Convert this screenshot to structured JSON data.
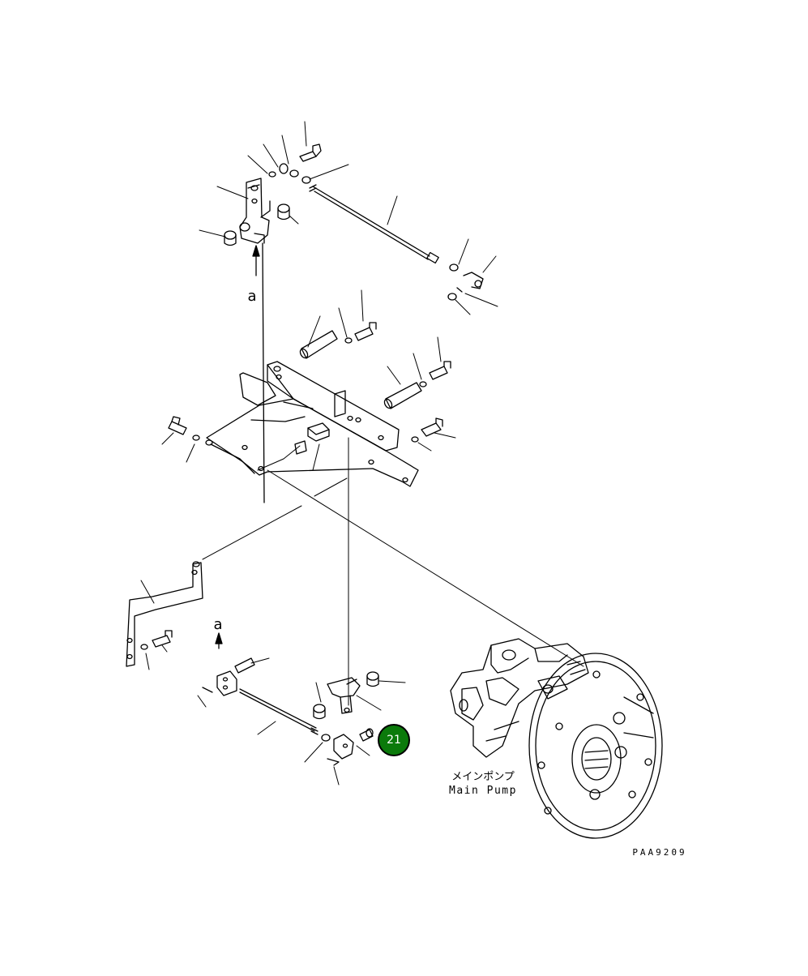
{
  "labels": {
    "view_a_top": "a",
    "view_a_bottom": "a",
    "pump_jp": "メインポンプ",
    "pump_en": "Main Pump",
    "drawing_no": "PAA9209"
  },
  "callouts": [
    {
      "number": "21",
      "color": "#0b7a0b"
    }
  ]
}
